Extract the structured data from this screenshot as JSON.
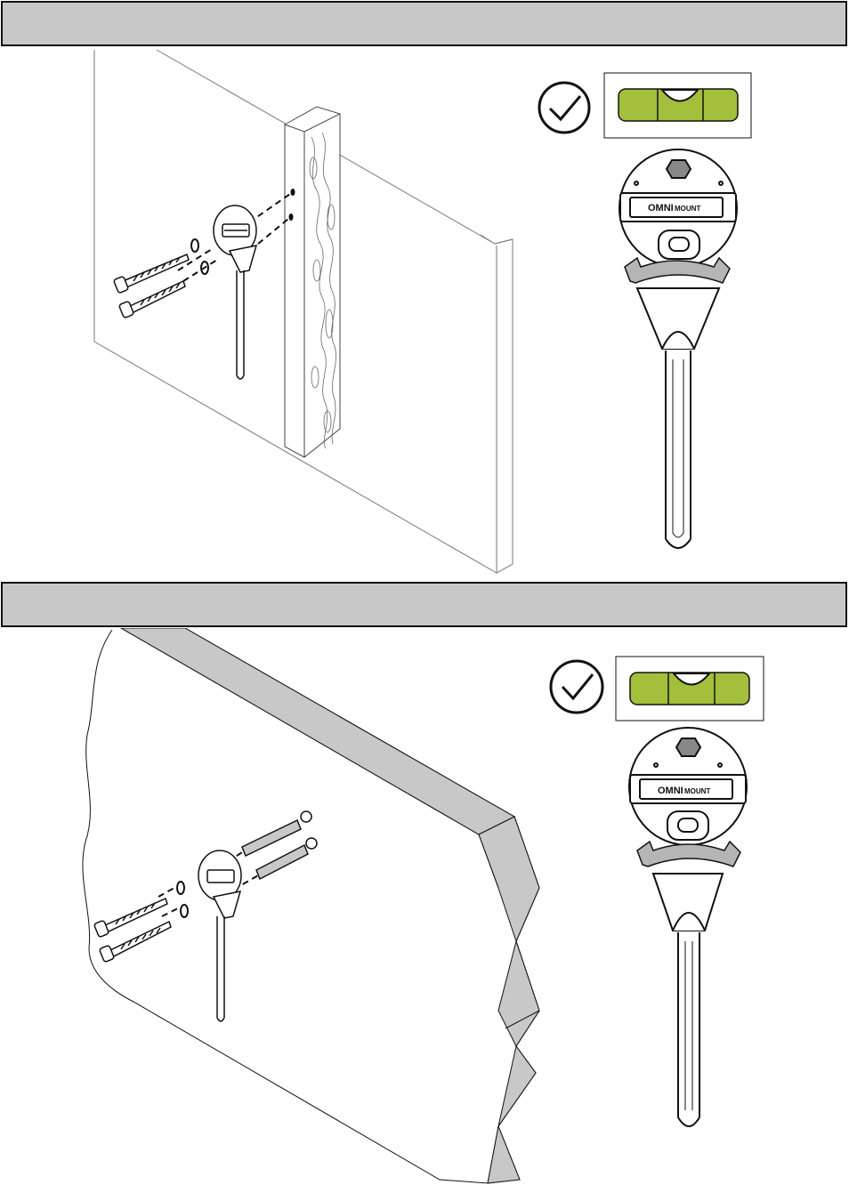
{
  "steps": [
    {
      "id": "wood-stud",
      "header_text": "",
      "check_icon": "checkmark-circle-icon",
      "level_color": "#a3bf3b",
      "brand": {
        "left": "OMNI",
        "right": "MOUNT"
      }
    },
    {
      "id": "masonry",
      "header_text": "",
      "check_icon": "checkmark-circle-icon",
      "level_color": "#a3bf3b",
      "brand": {
        "left": "OMNI",
        "right": "MOUNT"
      }
    }
  ],
  "colors": {
    "header_bar": "#c8c8c8",
    "wall_edge_gray": "#b5b5b5",
    "level_green": "#a3bf3b",
    "line": "#111111"
  }
}
